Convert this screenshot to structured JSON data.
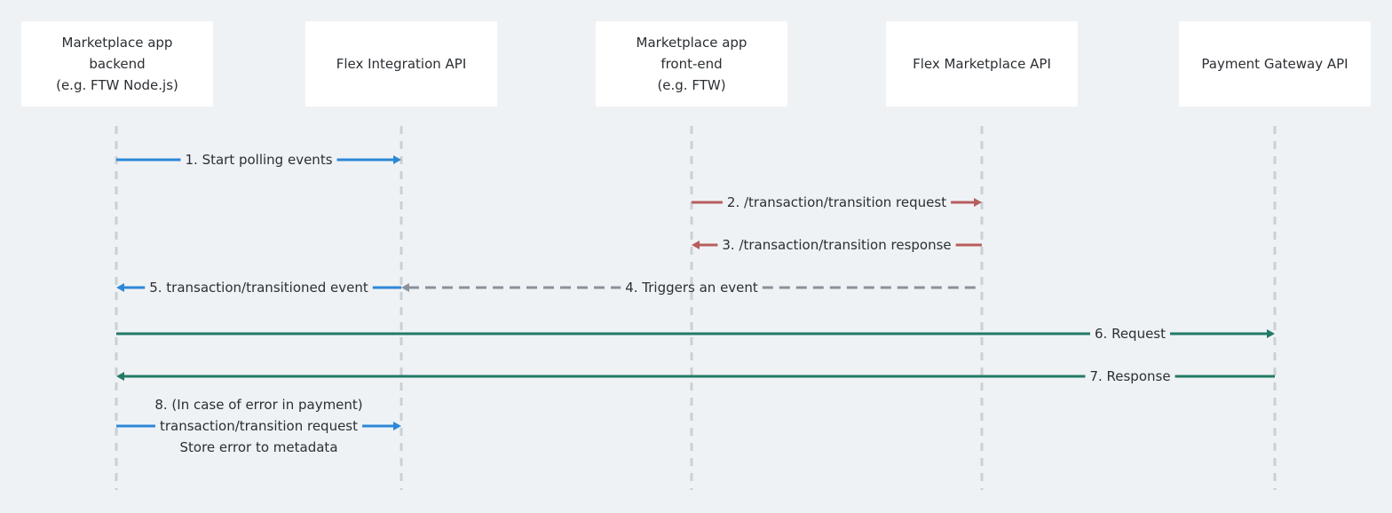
{
  "actors": [
    {
      "id": "backend",
      "lines": [
        "Marketplace app",
        "backend",
        "(e.g. FTW Node.js)"
      ]
    },
    {
      "id": "integration",
      "lines": [
        "Flex Integration API"
      ]
    },
    {
      "id": "frontend",
      "lines": [
        "Marketplace app",
        "front-end",
        "(e.g. FTW)"
      ]
    },
    {
      "id": "marketplace",
      "lines": [
        "Flex Marketplace API"
      ]
    },
    {
      "id": "gateway",
      "lines": [
        "Payment Gateway API"
      ]
    }
  ],
  "messages": [
    {
      "id": "m1",
      "from": "backend",
      "to": "integration",
      "lines": [
        "1. Start polling events"
      ],
      "color": "#2d88d8",
      "style": "solid"
    },
    {
      "id": "m2",
      "from": "frontend",
      "to": "marketplace",
      "lines": [
        "2. /transaction/transition request"
      ],
      "color": "#b85d5d",
      "style": "solid"
    },
    {
      "id": "m3",
      "from": "marketplace",
      "to": "frontend",
      "lines": [
        "3. /transaction/transition response"
      ],
      "color": "#b85d5d",
      "style": "solid"
    },
    {
      "id": "m4",
      "from": "marketplace",
      "to": "integration",
      "lines": [
        "4. Triggers an event"
      ],
      "color": "#8a9199",
      "style": "dashed"
    },
    {
      "id": "m5",
      "from": "integration",
      "to": "backend",
      "lines": [
        "5. transaction/transitioned event"
      ],
      "color": "#2d88d8",
      "style": "solid"
    },
    {
      "id": "m6",
      "from": "backend",
      "to": "gateway",
      "lines": [
        "6. Request"
      ],
      "color": "#227a66",
      "style": "solid",
      "labelAt": "near-end"
    },
    {
      "id": "m7",
      "from": "gateway",
      "to": "backend",
      "lines": [
        "7. Response"
      ],
      "color": "#227a66",
      "style": "solid",
      "labelAt": "near-start"
    },
    {
      "id": "m8",
      "from": "backend",
      "to": "integration",
      "lines": [
        "8. (In case of error in payment)",
        "transaction/transition request",
        "Store error to metadata"
      ],
      "color": "#2d88d8",
      "style": "solid"
    }
  ],
  "colors": {
    "background": "#eff2f5",
    "box": "#ffffff",
    "lifeline": "#c9d0d6",
    "text": "#2b2f33"
  }
}
